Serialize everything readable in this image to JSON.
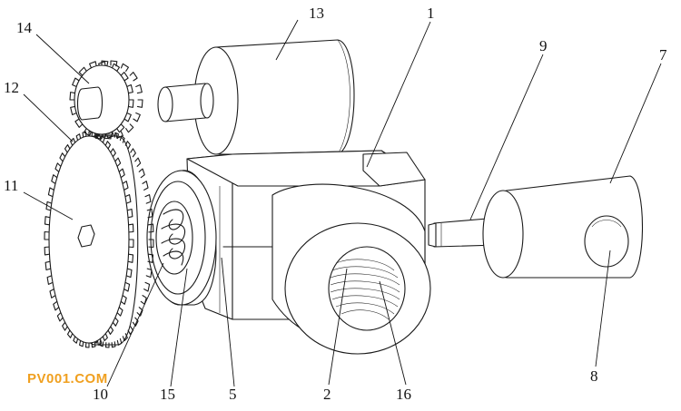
{
  "labels": {
    "l1": "1",
    "l2": "2",
    "l5": "5",
    "l7": "7",
    "l8": "8",
    "l9": "9",
    "l10": "10",
    "l11": "11",
    "l12": "12",
    "l13": "13",
    "l14": "14",
    "l15": "15",
    "l16": "16"
  },
  "watermark": "PV001.COM",
  "colors": {
    "line": "#1a1a1a",
    "watermark": "#f0a020"
  }
}
